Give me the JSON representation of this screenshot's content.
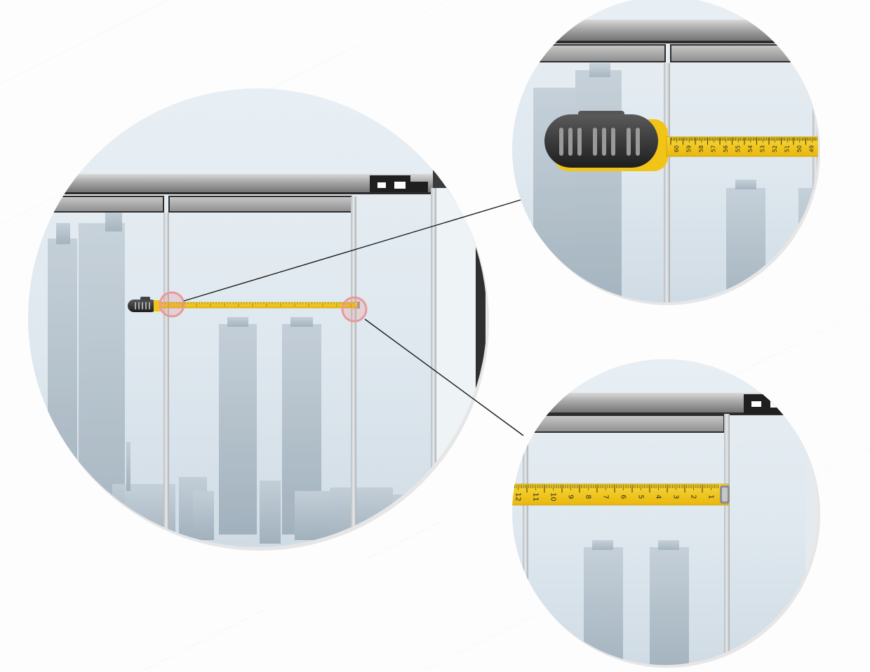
{
  "illustration": {
    "main_view": {
      "tape_scale": "window-width"
    },
    "zoom_top": {
      "tape_numbers": [
        "60",
        "59",
        "58",
        "57",
        "56",
        "55",
        "54",
        "53",
        "52",
        "51",
        "50",
        "49"
      ]
    },
    "zoom_bottom": {
      "tape_numbers": [
        "12",
        "11",
        "10",
        "9",
        "8",
        "7",
        "6",
        "5",
        "4",
        "3",
        "2",
        "1"
      ]
    },
    "colors": {
      "tape_yellow": "#f2c418",
      "tape_edge": "#d9a400",
      "frame_dark": "#3a3a3a",
      "glass": "#dbe6ee",
      "highlight_ring": "#e89a9a"
    },
    "icons": [
      "tape-measure-icon",
      "window-frame",
      "city-skyline"
    ]
  }
}
